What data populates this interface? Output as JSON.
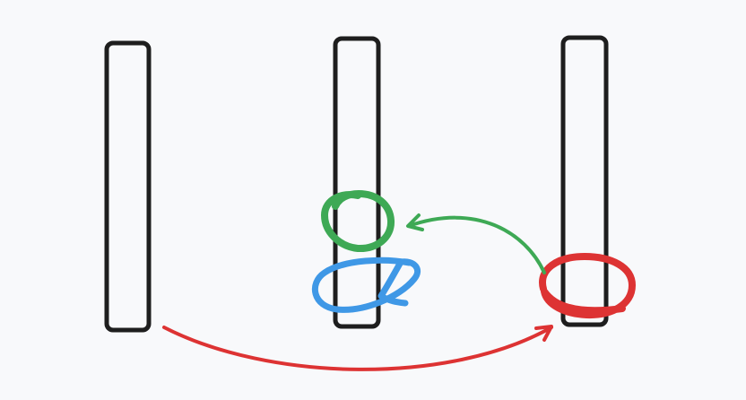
{
  "canvas": {
    "background": "#f8f9fb"
  },
  "colors": {
    "rod": "#1e1e1e",
    "green": "#3ea955",
    "blue": "#3f98e6",
    "red": "#dd3333"
  },
  "shapes": [
    {
      "id": "rod-left",
      "kind": "rod"
    },
    {
      "id": "rod-middle",
      "kind": "rod"
    },
    {
      "id": "rod-right",
      "kind": "rod"
    },
    {
      "id": "green-loop",
      "kind": "scribble",
      "color": "green"
    },
    {
      "id": "blue-loop",
      "kind": "scribble",
      "color": "blue"
    },
    {
      "id": "red-loop",
      "kind": "scribble",
      "color": "red"
    },
    {
      "id": "green-arrow",
      "kind": "arrow",
      "color": "green",
      "from": "red-loop",
      "to": "green-loop"
    },
    {
      "id": "red-arrow",
      "kind": "arrow",
      "color": "red",
      "from": "rod-left",
      "to": "red-loop"
    }
  ]
}
